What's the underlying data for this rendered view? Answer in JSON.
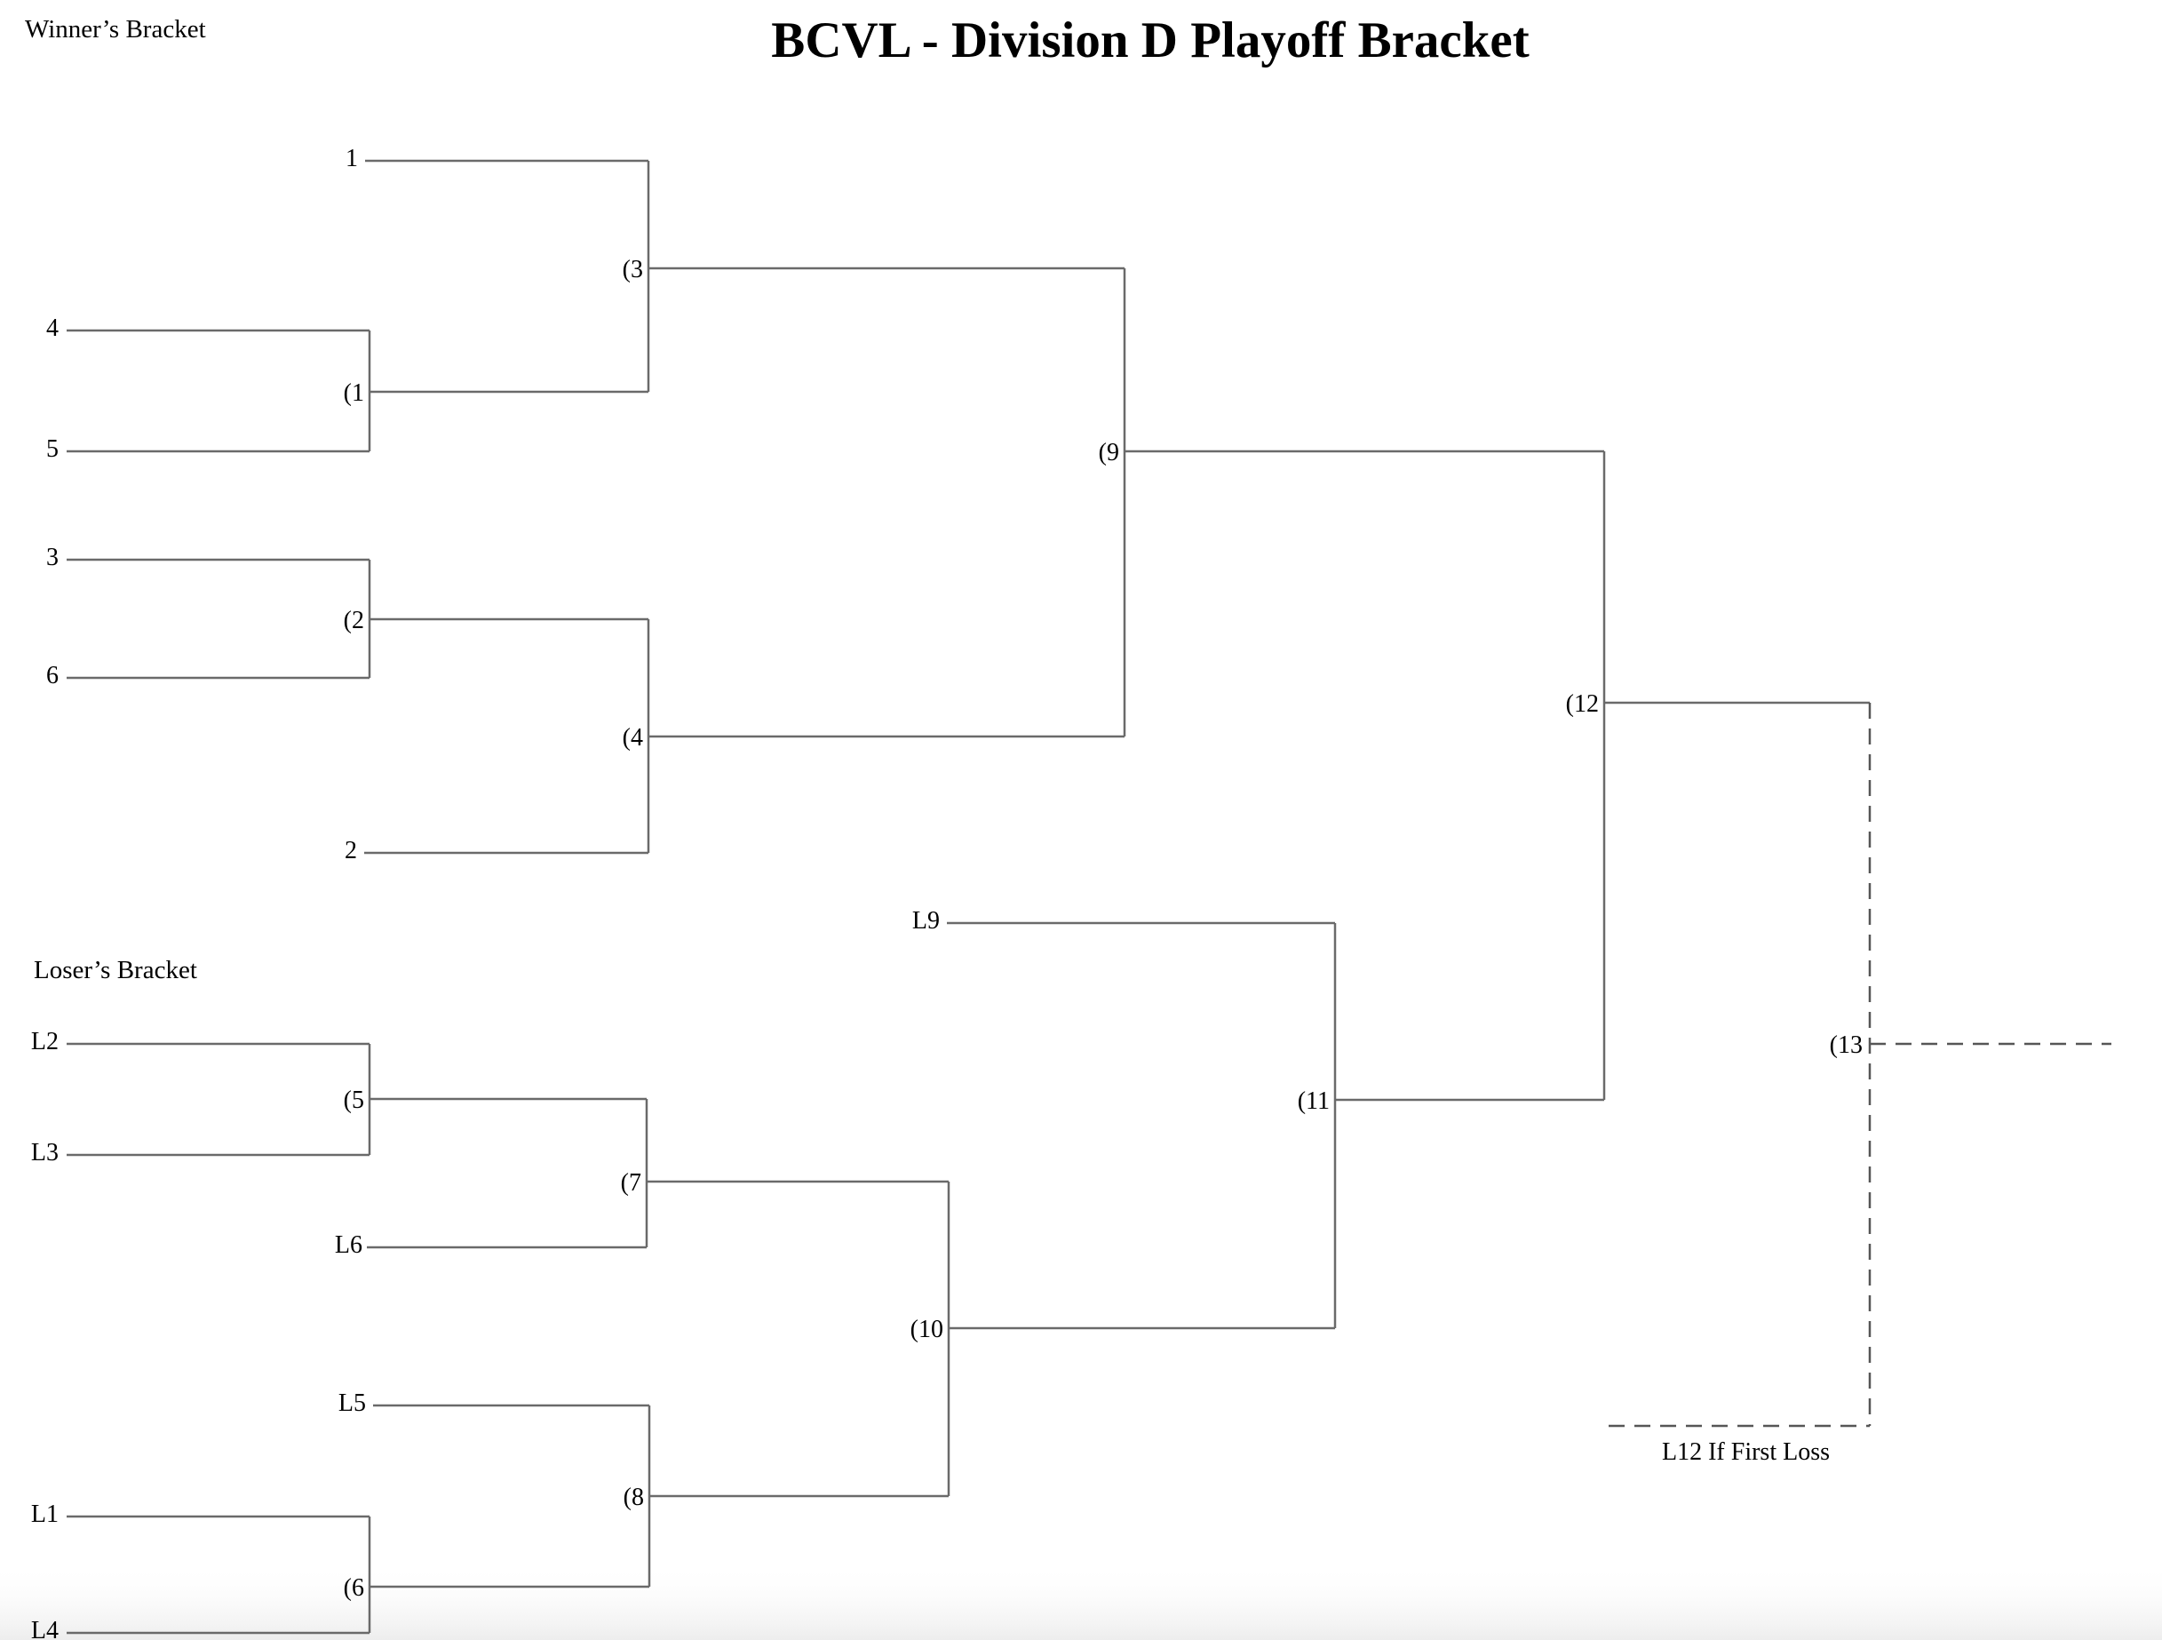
{
  "title": "BCVL - Division D Playoff Bracket",
  "headers": {
    "winners": "Winner’s Bracket",
    "losers": "Loser’s Bracket"
  },
  "entries": {
    "seed1": "1",
    "seed4": "4",
    "seed5": "5",
    "seed3": "3",
    "seed6": "6",
    "seed2": "2",
    "l9": "L9",
    "l2": "L2",
    "l3": "L3",
    "l6": "L6",
    "l5": "L5",
    "l1": "L1",
    "l4": "L4"
  },
  "matches": {
    "m1": "(1",
    "m2": "(2",
    "m3": "(3",
    "m4": "(4",
    "m5": "(5",
    "m6": "(6",
    "m7": "(7",
    "m8": "(8",
    "m9": "(9",
    "m10": "(10",
    "m11": "(11",
    "m12": "(12",
    "m13": "(13"
  },
  "notes": {
    "l12": "L12 If First Loss"
  },
  "colors": {
    "line": "#6a6a6a",
    "dashed_line": "#565656",
    "text": "#000000",
    "background": "#ffffff"
  }
}
